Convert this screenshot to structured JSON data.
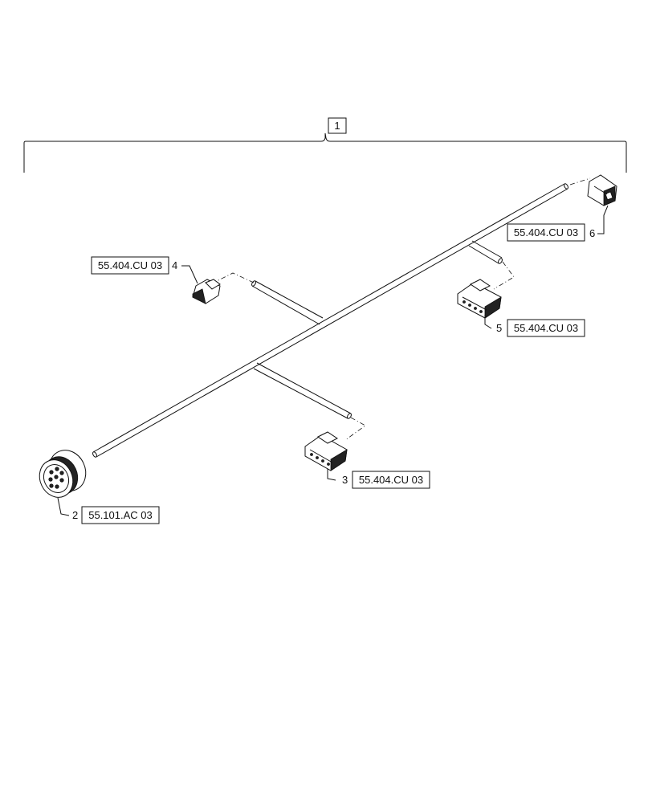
{
  "assembly": {
    "callout": "1"
  },
  "callouts": [
    {
      "id": "c2",
      "number": "2",
      "ref": "55.101.AC 03"
    },
    {
      "id": "c3",
      "number": "3",
      "ref": "55.404.CU 03"
    },
    {
      "id": "c4",
      "number": "4",
      "ref": "55.404.CU 03"
    },
    {
      "id": "c5",
      "number": "5",
      "ref": "55.404.CU 03"
    },
    {
      "id": "c6",
      "number": "6",
      "ref": "55.404.CU 03"
    }
  ]
}
